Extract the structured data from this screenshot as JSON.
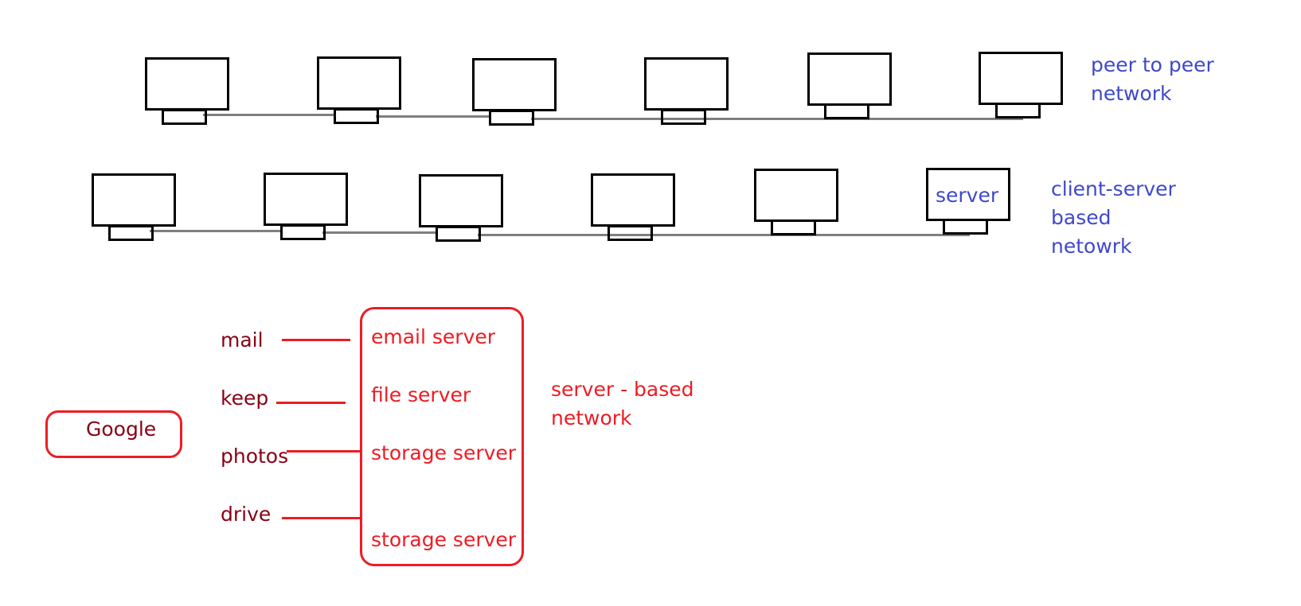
{
  "colors": {
    "peer_label": "#3f48cc",
    "services": "#880015",
    "servers": "#ed1c24",
    "outline": "#000000",
    "wire": "#7f7f7f"
  },
  "peer_network": {
    "label_lines": [
      "peer to peer",
      "network"
    ],
    "nodes": 6
  },
  "client_server_network": {
    "server_label": "server",
    "label_lines": [
      "client-server",
      "based",
      "netowrk"
    ],
    "nodes": 6
  },
  "google_example": {
    "root": "Google",
    "services": [
      "mail",
      "keep",
      "photos",
      "drive"
    ],
    "servers": [
      "email server",
      "file server",
      "storage server",
      "storage server"
    ],
    "group_label_lines": [
      "server - based",
      "network"
    ]
  }
}
